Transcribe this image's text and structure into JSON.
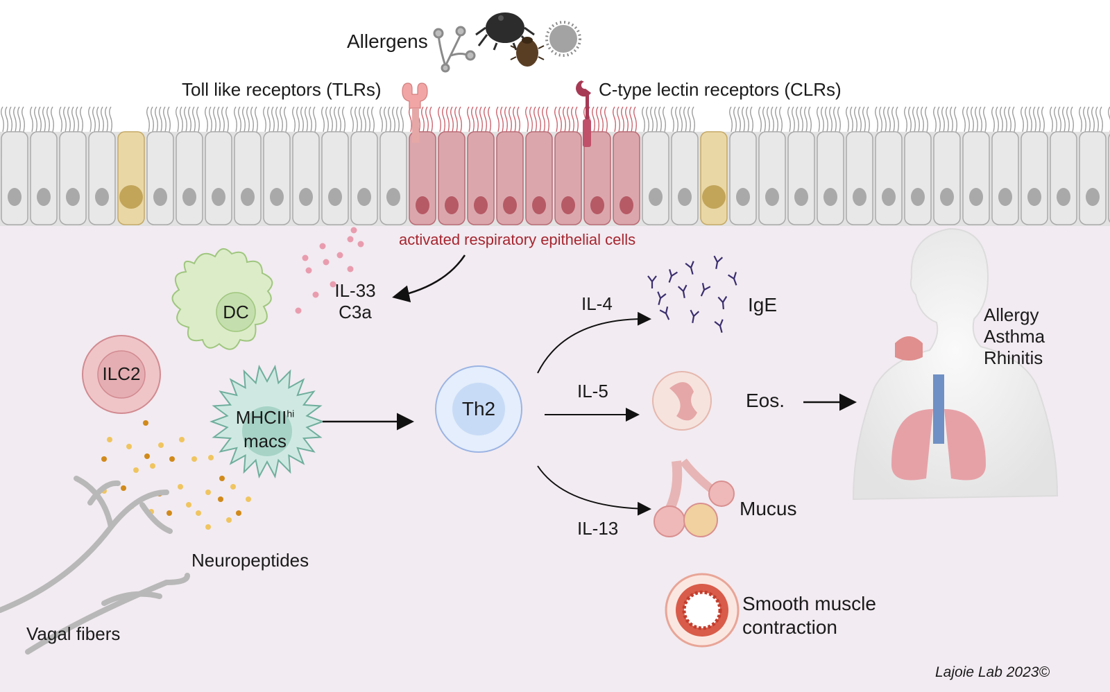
{
  "top": {
    "allergens": "Allergens",
    "tlr": "Toll like receptors (TLRs)",
    "clr": "C-type lectin receptors (CLRs)",
    "epithelium_note": "activated respiratory epithelial cells"
  },
  "cytokines": {
    "il33": "IL-33",
    "c3a": "C3a"
  },
  "cells": {
    "dc": "DC",
    "ilc2": "ILC2",
    "mac_line1": "MHCII",
    "mac_sup": "hi",
    "mac_line2": "macs",
    "th2": "Th2"
  },
  "nerves": {
    "neuropeptides": "Neuropeptides",
    "vagal": "Vagal fibers"
  },
  "outputs": {
    "il4": "IL-4",
    "il5": "IL-5",
    "il13": "IL-13",
    "ige": "IgE",
    "eos": "Eos.",
    "mucus": "Mucus",
    "smooth_line1": "Smooth muscle",
    "smooth_line2": "contraction"
  },
  "diseases": {
    "line1": "Allergy",
    "line2": "Asthma",
    "line3": "Rhinitis"
  },
  "credit": "Lajoie Lab 2023©",
  "colors": {
    "tissue_bg": "#f2ebf1",
    "activated_cells": "#dba7ad",
    "goblet_cells": "#ead7a6",
    "dc": "#dcecc9",
    "ilc2": "#efc5c8",
    "macrophage": "#cfe9e2",
    "th2": "#e4eefc",
    "label_red": "#a6252f"
  }
}
